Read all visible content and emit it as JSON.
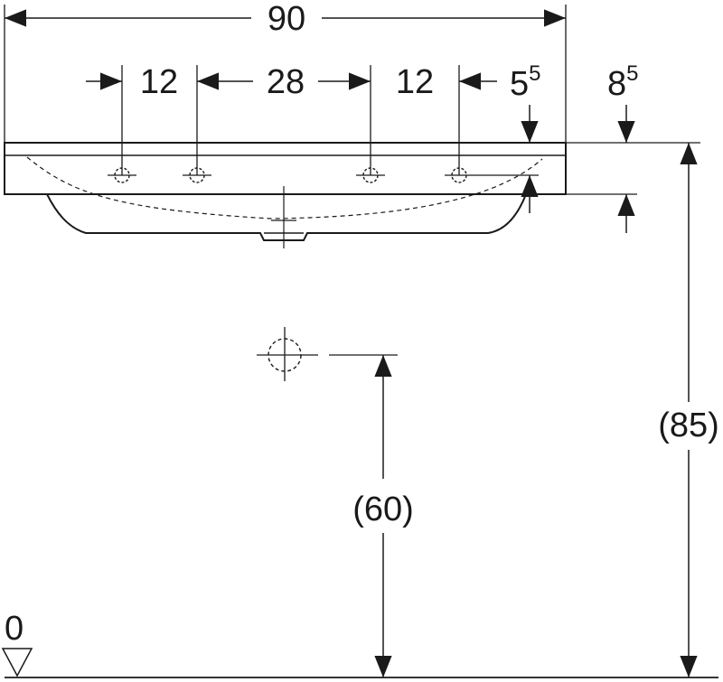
{
  "dimensions": {
    "total_width": "90",
    "spacing_left": "12",
    "spacing_middle": "28",
    "spacing_right": "12",
    "offset_hole": {
      "base": "5",
      "sup": "5"
    },
    "rim_thickness": {
      "base": "8",
      "sup": "5"
    },
    "overall_height": "(85)",
    "waste_height": "(60)",
    "floor_level": "0"
  },
  "colors": {
    "line": "#1a1a1a",
    "background": "#ffffff"
  }
}
